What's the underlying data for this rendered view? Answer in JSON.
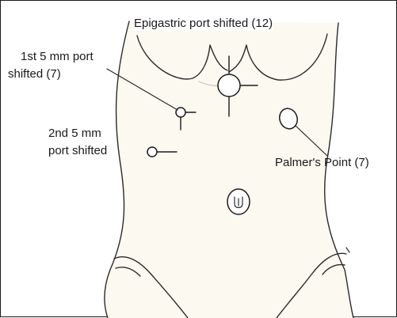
{
  "labels": {
    "epigastric": "Epigastric port shifted (12)",
    "first_port_line1": "1st 5 mm port",
    "first_port_line2": "shifted (7)",
    "second_port_line1": "2nd 5 mm",
    "second_port_line2": "port shifted",
    "palmers": "Palmer's Point (7)"
  },
  "colors": {
    "skin": "#fcf9f1",
    "outline": "#2b2b2b",
    "frame": "#1a1a1a"
  }
}
